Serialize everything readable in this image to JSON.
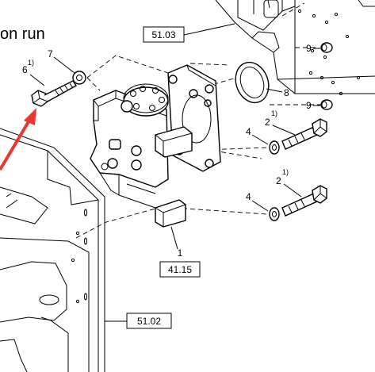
{
  "header_text": "on run",
  "ref_boxes": {
    "top": "51.03",
    "middle": "41.15",
    "bottom": "51.02"
  },
  "part_numbers": {
    "p6": "6",
    "p6_note": "1)",
    "p7": "7",
    "p9a": "9",
    "p9b": "9",
    "p8": "8",
    "p2a": "2",
    "p2a_note": "1)",
    "p4a": "4",
    "p2b": "2",
    "p2b_note": "1)",
    "p4b": "4",
    "p1": "1"
  },
  "colors": {
    "arrow": "#e8372c",
    "line": "#000000",
    "background": "#ffffff"
  }
}
